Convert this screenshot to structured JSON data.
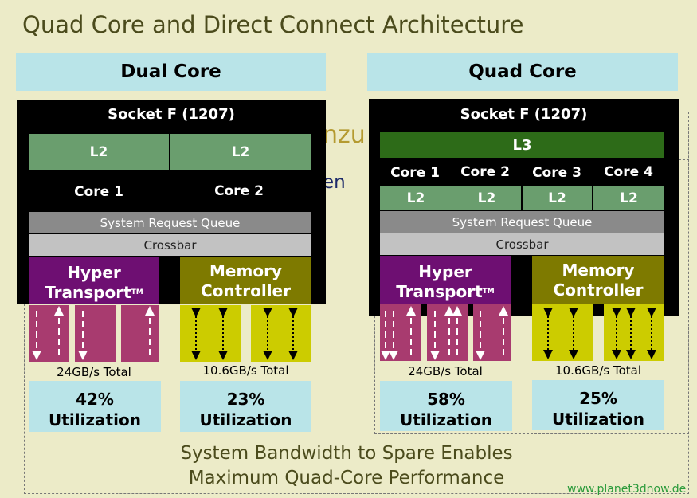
{
  "title": "Quad Core and Direct Connect Architecture",
  "background_text": {
    "fragment_1": "nzu",
    "fragment_2": "en"
  },
  "colors": {
    "background": "#ecebc8",
    "header": "#b9e4e8",
    "hypertransport": "#6e0f72",
    "ht_lane": "#a83b6f",
    "memory_controller": "#7e7a00",
    "mc_lane": "#cccc00",
    "l2": "#6a9e6e",
    "l3": "#2d6b18"
  },
  "dual": {
    "header": "Dual Core",
    "socket": "Socket F (1207)",
    "l2": [
      "L2",
      "L2"
    ],
    "cores": [
      "Core 1",
      "Core 2"
    ],
    "srq": "System Request Queue",
    "crossbar": "Crossbar",
    "ht": {
      "line1": "Hyper",
      "line2": "Transport",
      "tm": "TM"
    },
    "mc": {
      "line1": "Memory",
      "line2": "Controller"
    },
    "ht_bw": "24GB/s Total",
    "mc_bw": "10.6GB/s Total",
    "ht_util": {
      "percent": "42%",
      "label": "Utilization"
    },
    "mc_util": {
      "percent": "23%",
      "label": "Utilization"
    }
  },
  "quad": {
    "header": "Quad Core",
    "socket": "Socket F (1207)",
    "l3": "L3",
    "cores": [
      "Core 1",
      "Core 2",
      "Core 3",
      "Core 4"
    ],
    "l2": [
      "L2",
      "L2",
      "L2",
      "L2"
    ],
    "srq": "System Request Queue",
    "crossbar": "Crossbar",
    "ht": {
      "line1": "Hyper",
      "line2": "Transport",
      "tm": "TM"
    },
    "mc": {
      "line1": "Memory",
      "line2": "Controller"
    },
    "ht_bw": "24GB/s Total",
    "mc_bw": "10.6GB/s Total",
    "ht_util": {
      "percent": "58%",
      "label": "Utilization"
    },
    "mc_util": {
      "percent": "25%",
      "label": "Utilization"
    }
  },
  "footer": {
    "line1": "System Bandwidth to Spare Enables",
    "line2": "Maximum Quad-Core Performance"
  },
  "watermark": "www.planet3dnow.de"
}
